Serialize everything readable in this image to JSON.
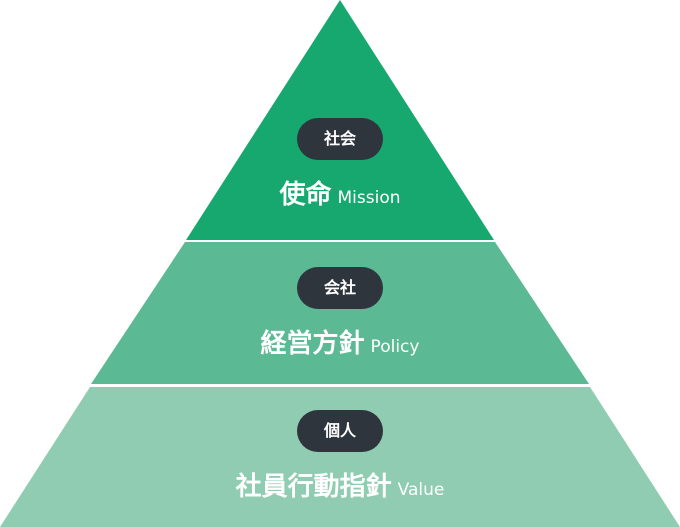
{
  "colors": {
    "top": "#16a86f",
    "middle": "#5bb994",
    "bottom": "#90ccb1",
    "badge": "#2e353d"
  },
  "tiers": [
    {
      "badge": "社会",
      "title": "使命",
      "subtitle": "Mission"
    },
    {
      "badge": "会社",
      "title": "経営方針",
      "subtitle": "Policy"
    },
    {
      "badge": "個人",
      "title": "社員行動指針",
      "subtitle": "Value"
    }
  ]
}
